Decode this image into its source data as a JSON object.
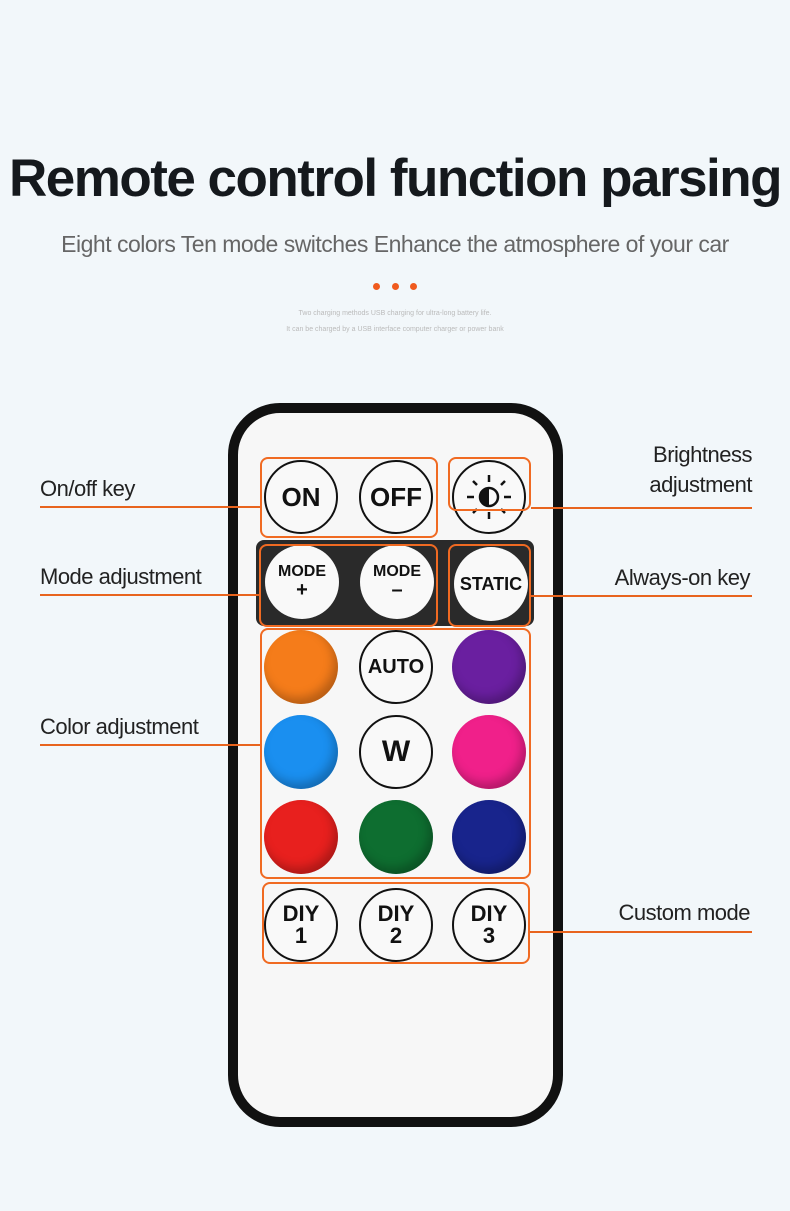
{
  "header": {
    "title": "Remote control function parsing",
    "subtitle": "Eight colors Ten mode switches Enhance the atmosphere of your car",
    "note_line1": "Two charging methods USB charging for ultra-long battery life.",
    "note_line2": "It can be charged by a USB interface computer charger or power bank"
  },
  "labels": {
    "onoff": "On/off key",
    "brightness_1": "Brightness",
    "brightness_2": "adjustment",
    "mode": "Mode adjustment",
    "always_on": "Always-on key",
    "color": "Color adjustment",
    "custom": "Custom mode"
  },
  "buttons": {
    "on": "ON",
    "off": "OFF",
    "mode": "MODE",
    "plus": "+",
    "minus": "–",
    "static": "STATIC",
    "auto": "AUTO",
    "w": "W",
    "diy": "DIY",
    "diy1": "1",
    "diy2": "2",
    "diy3": "3"
  },
  "colors": {
    "accent": "#f05a1e",
    "orange": "#f57c1a",
    "purple": "#6a1fa0",
    "blue": "#1a8ff0",
    "pink": "#f0208a",
    "red": "#e8201e",
    "green": "#0e6e30",
    "navy": "#18248c"
  }
}
